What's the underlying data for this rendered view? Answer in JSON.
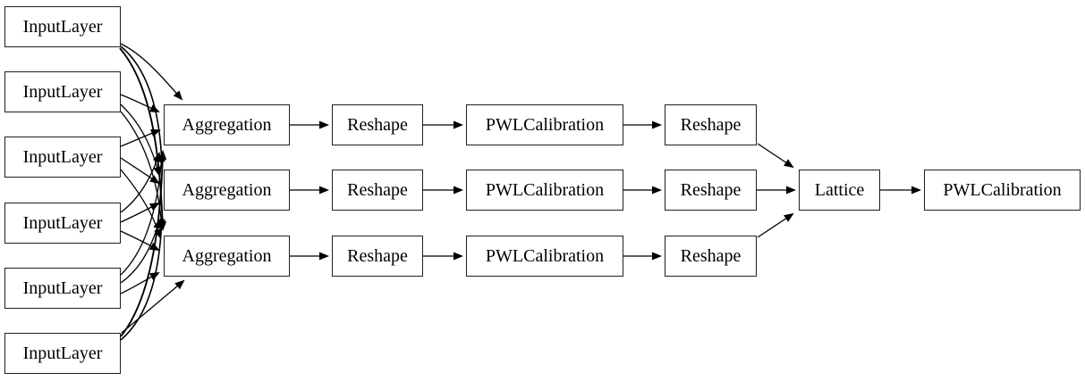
{
  "diagram": {
    "type": "layer-graph",
    "background_color": "#ffffff",
    "node_fill_color": "#ffffff",
    "node_border_color": "#1f1f1f",
    "edge_color": "#000000",
    "nodes": [
      {
        "id": "input_1",
        "label": "InputLayer"
      },
      {
        "id": "input_2",
        "label": "InputLayer"
      },
      {
        "id": "input_3",
        "label": "InputLayer"
      },
      {
        "id": "input_4",
        "label": "InputLayer"
      },
      {
        "id": "input_5",
        "label": "InputLayer"
      },
      {
        "id": "input_6",
        "label": "InputLayer"
      },
      {
        "id": "agg_1",
        "label": "Aggregation"
      },
      {
        "id": "agg_2",
        "label": "Aggregation"
      },
      {
        "id": "agg_3",
        "label": "Aggregation"
      },
      {
        "id": "reshape_a1",
        "label": "Reshape"
      },
      {
        "id": "reshape_a2",
        "label": "Reshape"
      },
      {
        "id": "reshape_a3",
        "label": "Reshape"
      },
      {
        "id": "pwl_1",
        "label": "PWLCalibration"
      },
      {
        "id": "pwl_2",
        "label": "PWLCalibration"
      },
      {
        "id": "pwl_3",
        "label": "PWLCalibration"
      },
      {
        "id": "reshape_b1",
        "label": "Reshape"
      },
      {
        "id": "reshape_b2",
        "label": "Reshape"
      },
      {
        "id": "reshape_b3",
        "label": "Reshape"
      },
      {
        "id": "lattice",
        "label": "Lattice"
      },
      {
        "id": "pwl_out",
        "label": "PWLCalibration"
      }
    ],
    "edges": [
      {
        "from": "input_1",
        "to": "agg_1"
      },
      {
        "from": "input_1",
        "to": "agg_2"
      },
      {
        "from": "input_1",
        "to": "agg_3"
      },
      {
        "from": "input_2",
        "to": "agg_1"
      },
      {
        "from": "input_2",
        "to": "agg_2"
      },
      {
        "from": "input_2",
        "to": "agg_3"
      },
      {
        "from": "input_3",
        "to": "agg_1"
      },
      {
        "from": "input_3",
        "to": "agg_2"
      },
      {
        "from": "input_3",
        "to": "agg_3"
      },
      {
        "from": "input_4",
        "to": "agg_1"
      },
      {
        "from": "input_4",
        "to": "agg_2"
      },
      {
        "from": "input_4",
        "to": "agg_3"
      },
      {
        "from": "input_5",
        "to": "agg_1"
      },
      {
        "from": "input_5",
        "to": "agg_2"
      },
      {
        "from": "input_5",
        "to": "agg_3"
      },
      {
        "from": "input_6",
        "to": "agg_1"
      },
      {
        "from": "input_6",
        "to": "agg_2"
      },
      {
        "from": "input_6",
        "to": "agg_3"
      },
      {
        "from": "agg_1",
        "to": "reshape_a1"
      },
      {
        "from": "agg_2",
        "to": "reshape_a2"
      },
      {
        "from": "agg_3",
        "to": "reshape_a3"
      },
      {
        "from": "reshape_a1",
        "to": "pwl_1"
      },
      {
        "from": "reshape_a2",
        "to": "pwl_2"
      },
      {
        "from": "reshape_a3",
        "to": "pwl_3"
      },
      {
        "from": "pwl_1",
        "to": "reshape_b1"
      },
      {
        "from": "pwl_2",
        "to": "reshape_b2"
      },
      {
        "from": "pwl_3",
        "to": "reshape_b3"
      },
      {
        "from": "reshape_b1",
        "to": "lattice"
      },
      {
        "from": "reshape_b2",
        "to": "lattice"
      },
      {
        "from": "reshape_b3",
        "to": "lattice"
      },
      {
        "from": "lattice",
        "to": "pwl_out"
      }
    ]
  }
}
